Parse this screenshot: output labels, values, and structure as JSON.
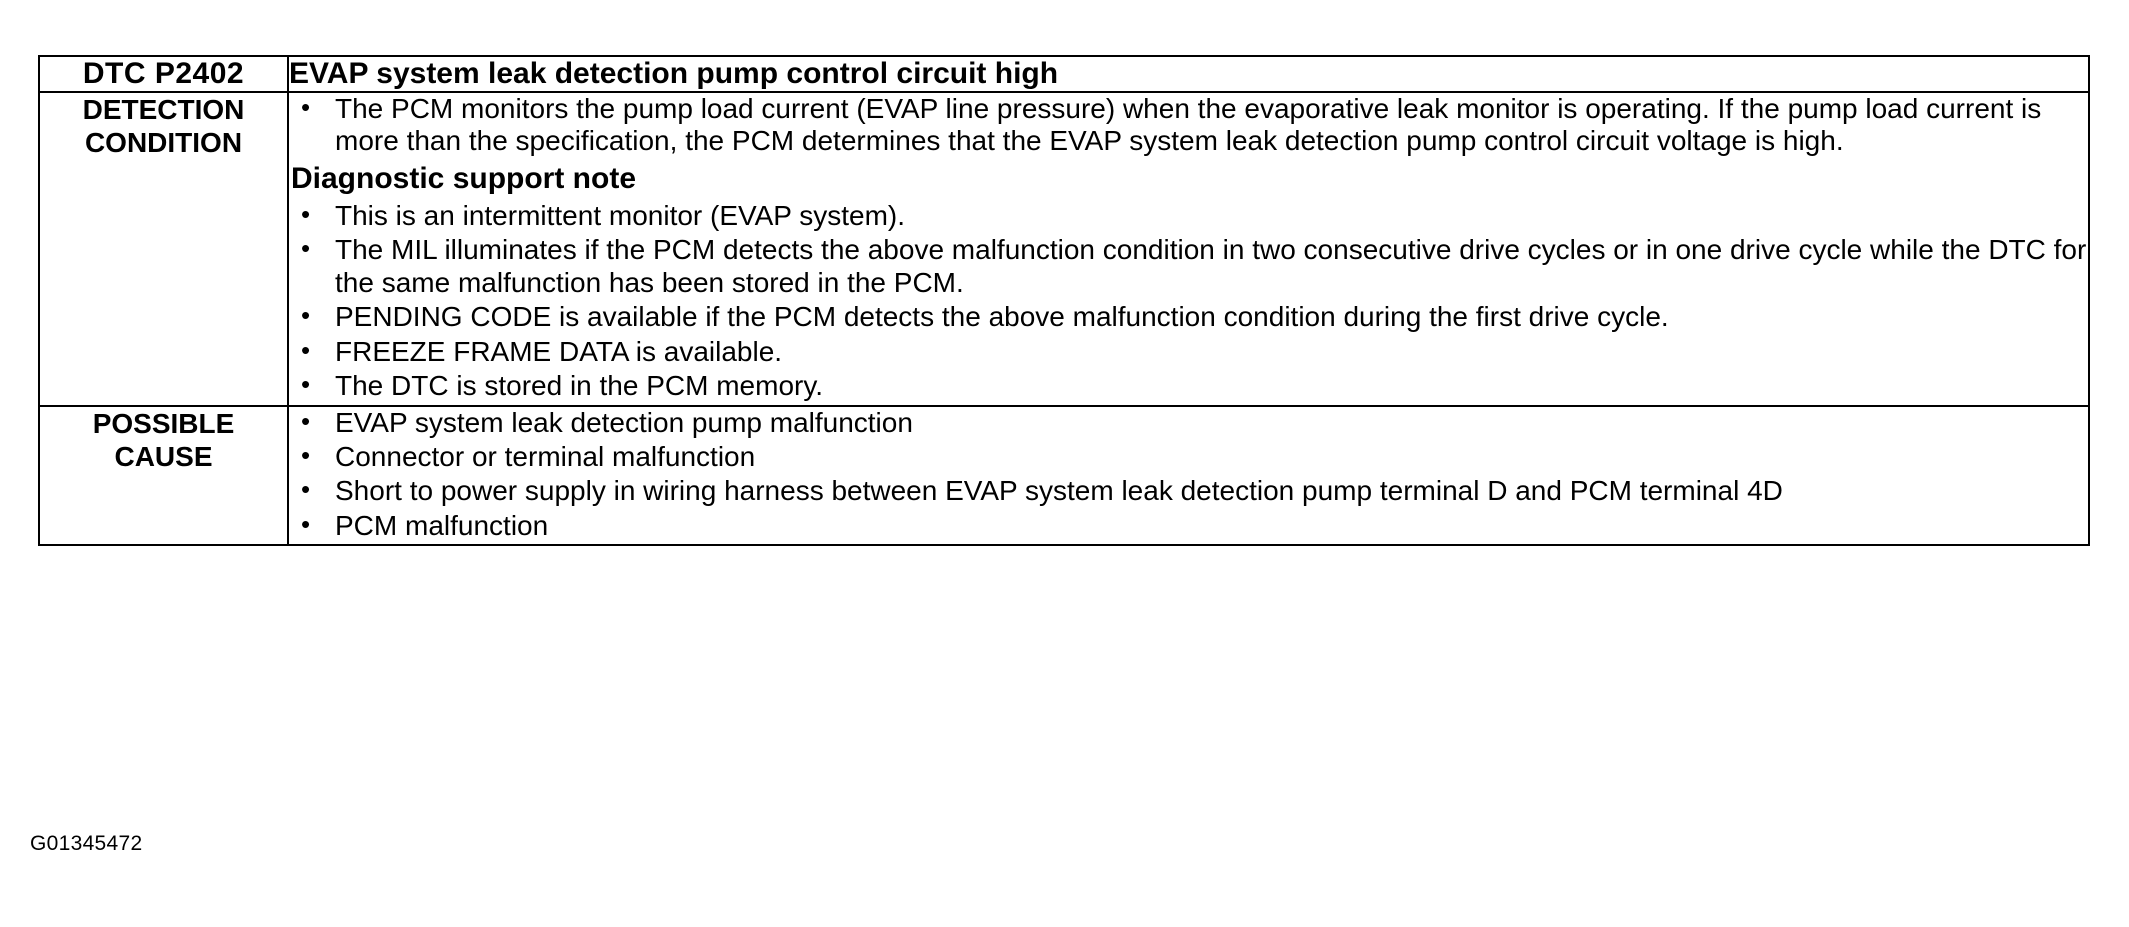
{
  "document": {
    "caption": "G01345472"
  },
  "table": {
    "header": {
      "code_label": "DTC P2402",
      "title": "EVAP system leak detection pump control circuit high"
    },
    "rows": [
      {
        "label_lines": [
          "DETECTION",
          "CONDITION"
        ],
        "bullets_primary": [
          "The PCM monitors the pump load current (EVAP line pressure) when the evaporative leak monitor is operating. If the pump load current is more than the specification, the PCM determines that the EVAP system leak detection pump control circuit voltage is high."
        ],
        "subheading": "Diagnostic support note",
        "bullets_secondary": [
          "This is an intermittent monitor (EVAP system).",
          "The MIL illuminates if the PCM detects the above malfunction condition in two consecutive drive cycles or in one drive cycle while the DTC for the same malfunction has been stored in the PCM.",
          "PENDING CODE is available if the PCM detects the above malfunction condition during the first drive cycle.",
          "FREEZE FRAME DATA is available.",
          "The DTC is stored in the PCM memory."
        ]
      },
      {
        "label_lines": [
          "POSSIBLE",
          "CAUSE"
        ],
        "bullets_primary": [
          "EVAP system leak detection pump malfunction",
          "Connector or terminal malfunction",
          "Short to power supply in wiring harness between EVAP system leak detection pump terminal D and PCM terminal 4D",
          "PCM malfunction"
        ],
        "subheading": "",
        "bullets_secondary": []
      }
    ]
  }
}
